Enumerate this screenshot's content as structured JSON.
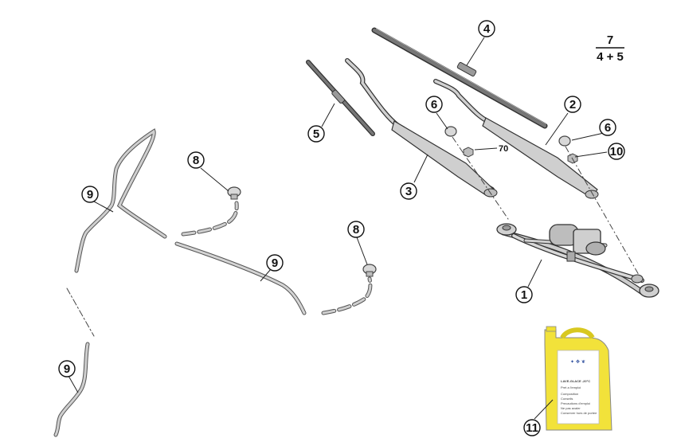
{
  "diagram": {
    "callouts": {
      "c1": "1",
      "c2": "2",
      "c3": "3",
      "c4": "4",
      "c5": "5",
      "c6a": "6",
      "c6b": "6",
      "c8a": "8",
      "c8b": "8",
      "c9a": "9",
      "c9b": "9",
      "c9c": "9",
      "c10": "10",
      "c11": "11"
    },
    "torque_note": "70",
    "kit_note": {
      "top": "7",
      "bottom": "4 + 5"
    },
    "bottle_label": {
      "product": "LAVE-GLACE -20°C",
      "lines": [
        "Pret a l'emploi",
        "Composition",
        "Conseils",
        "Precautions d'emploi",
        "Ne pas avaler",
        "Conserver hors de portee"
      ]
    },
    "colors": {
      "fluid": "#f2e23a",
      "metal": "#c9c9c9",
      "outline": "#3a3a3a",
      "rubber": "#555555"
    }
  }
}
